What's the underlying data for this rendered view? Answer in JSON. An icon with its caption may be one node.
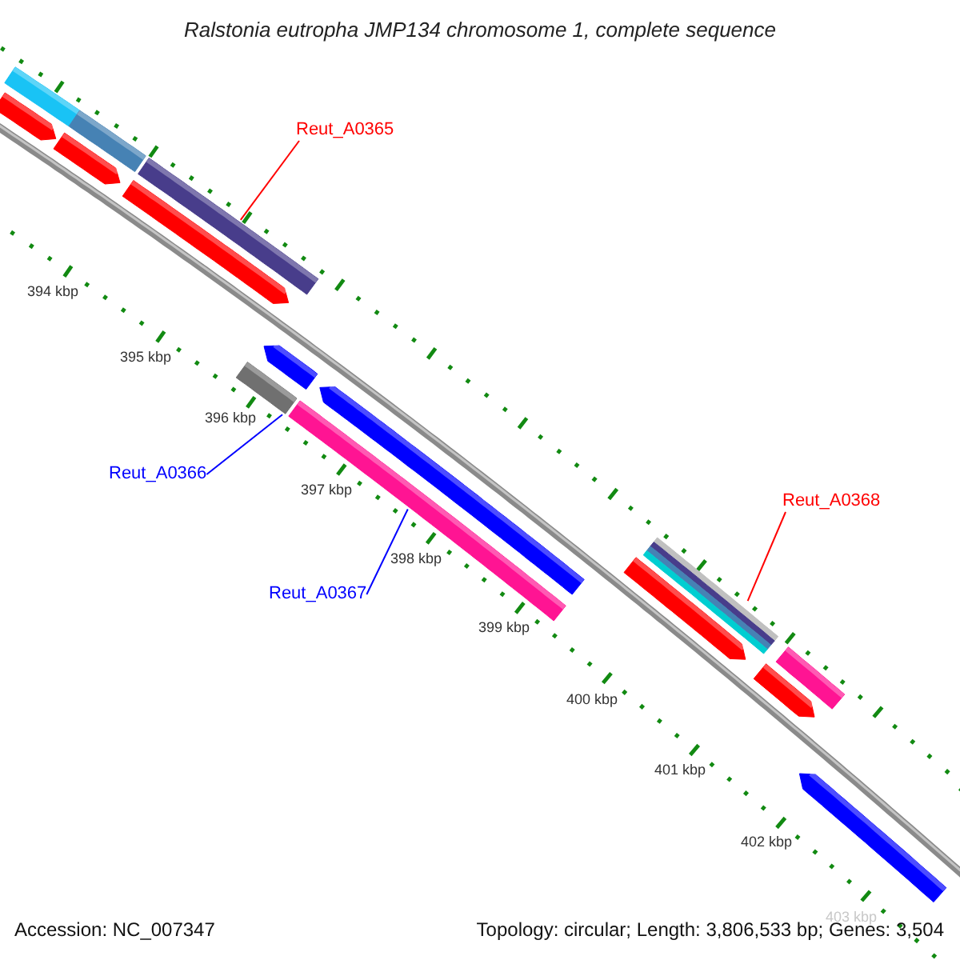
{
  "diagram": {
    "title": "Ralstonia eutropha JMP134 chromosome 1, complete sequence",
    "nodes": [
      {
        "text": [
          "Reut_A0365"
        ]
      },
      {
        "text": [
          "Reut_A0366"
        ]
      },
      {
        "text": [
          "Reut_A0367"
        ]
      },
      {
        "text": [
          "Reut_A0368"
        ]
      },
      {
        "text": [],
        "shape": "bar"
      },
      {
        "text": [],
        "shape": "bar"
      },
      {
        "text": [],
        "shape": "bar"
      },
      {
        "text": [],
        "shape": "bar"
      },
      {
        "text": [],
        "shape": "bar"
      },
      {
        "text": [],
        "shape": "bar"
      },
      {
        "text": [],
        "shape": "bar"
      },
      {
        "text": [],
        "shape": "bar"
      },
      {
        "text": [],
        "shape": "bar"
      },
      {
        "text": [],
        "shape": "bar"
      },
      {
        "text": [],
        "shape": "bar"
      },
      {
        "text": [],
        "shape": "bar"
      },
      {
        "text": [],
        "shape": "bar"
      },
      {
        "text": [],
        "shape": "bar"
      },
      {
        "text": [],
        "shape": "bar"
      }
    ],
    "edges": [
      {
        "from": 0,
        "to": 8,
        "arrow": "none",
        "color": "#ff0000"
      },
      {
        "from": 1,
        "to": 11,
        "arrow": "none",
        "color": "#0000ff"
      },
      {
        "from": 2,
        "to": 13,
        "arrow": "none",
        "color": "#0000ff"
      },
      {
        "from": 3,
        "to": 14,
        "arrow": "none",
        "color": "#ff0000"
      }
    ],
    "labels": [
      "394 kbp",
      "395 kbp",
      "396 kbp",
      "397 kbp",
      "398 kbp",
      "399 kbp",
      "400 kbp",
      "401 kbp",
      "402 kbp",
      "403 kbp",
      "Accession: NC_007347",
      "Topology: circular; Length: 3,806,533 bp; Genes: 3,504"
    ]
  }
}
